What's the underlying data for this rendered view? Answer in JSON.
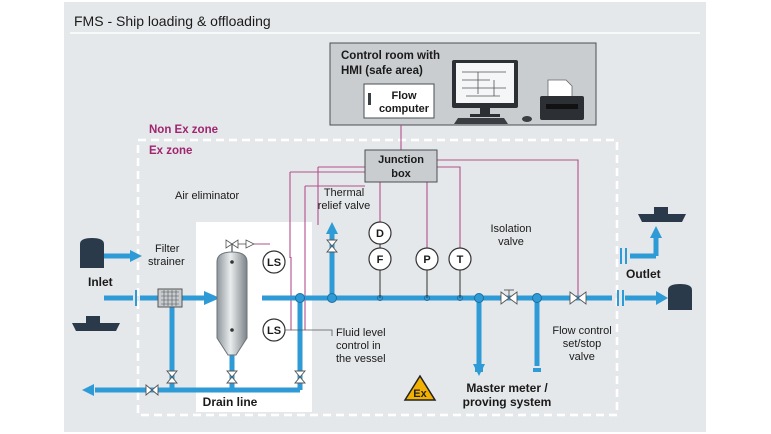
{
  "title": "FMS - Ship loading & offloading",
  "control_room": {
    "line1": "Control room with",
    "line2": "HMI (safe area)"
  },
  "flow_computer": {
    "line1": "Flow",
    "line2": "computer"
  },
  "zones": {
    "non_ex": "Non Ex zone",
    "ex": "Ex zone"
  },
  "junction_box": {
    "line1": "Junction",
    "line2": "box"
  },
  "labels": {
    "air_eliminator": "Air eliminator",
    "thermal_relief": [
      "Thermal",
      "relief valve"
    ],
    "filter_strainer": [
      "Filter",
      "strainer"
    ],
    "inlet": "Inlet",
    "outlet": "Outlet",
    "isolation_valve": [
      "Isolation",
      "valve"
    ],
    "fluid_level": [
      "Fluid level",
      "control in",
      "the vessel"
    ],
    "flow_control": [
      "Flow control",
      "set/stop",
      "valve"
    ],
    "master_meter": [
      "Master meter /",
      "proving system"
    ],
    "drain_line": "Drain line"
  },
  "instruments": {
    "ls_top": "LS",
    "ls_bottom": "LS",
    "d": "D",
    "f": "F",
    "p": "P",
    "t": "T"
  },
  "colors": {
    "pipe": "#2e9ad6",
    "signal": "#b4508c",
    "zone_text": "#a0246e",
    "ex_symbol": "#f2b100"
  }
}
